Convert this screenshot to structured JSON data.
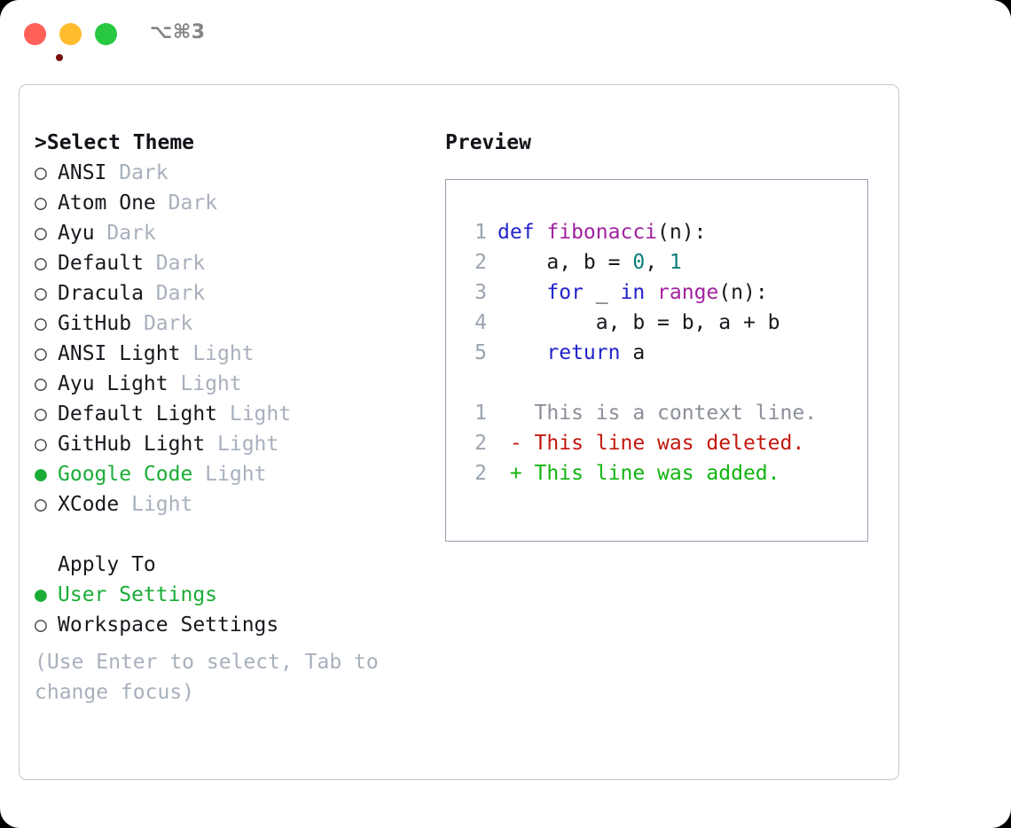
{
  "window": {
    "shortcut_label": "⌥⌘3",
    "traffic_lights": [
      {
        "name": "close",
        "color": "#ff6058"
      },
      {
        "name": "minimize",
        "color": "#ffbd2e"
      },
      {
        "name": "maximize",
        "color": "#28c840"
      }
    ]
  },
  "theme_picker": {
    "caret": ">",
    "title": "Select Theme",
    "bullet_selected": "●",
    "bullet_unselected": "○",
    "items": [
      {
        "label": "ANSI",
        "variant": "Dark",
        "selected": false
      },
      {
        "label": "Atom One",
        "variant": "Dark",
        "selected": false
      },
      {
        "label": "Ayu",
        "variant": "Dark",
        "selected": false
      },
      {
        "label": "Default",
        "variant": "Dark",
        "selected": false
      },
      {
        "label": "Dracula",
        "variant": "Dark",
        "selected": false
      },
      {
        "label": "GitHub",
        "variant": "Dark",
        "selected": false
      },
      {
        "label": "ANSI Light",
        "variant": "Light",
        "selected": false
      },
      {
        "label": "Ayu Light",
        "variant": "Light",
        "selected": false
      },
      {
        "label": "Default Light",
        "variant": "Light",
        "selected": false
      },
      {
        "label": "GitHub Light",
        "variant": "Light",
        "selected": false
      },
      {
        "label": "Google Code",
        "variant": "Light",
        "selected": true
      },
      {
        "label": "XCode",
        "variant": "Light",
        "selected": false
      }
    ]
  },
  "apply_to": {
    "title": "Apply To",
    "items": [
      {
        "label": "User Settings",
        "selected": true
      },
      {
        "label": "Workspace Settings",
        "selected": false
      }
    ]
  },
  "hint": "(Use Enter to select, Tab to change focus)",
  "preview": {
    "title": "Preview",
    "code_lines": [
      {
        "num": "1",
        "tokens": [
          {
            "t": "def ",
            "c": "kw"
          },
          {
            "t": "fibonacci",
            "c": "fn"
          },
          {
            "t": "(n):",
            "c": "plain"
          }
        ]
      },
      {
        "num": "2",
        "tokens": [
          {
            "t": "    a, b = ",
            "c": "plain"
          },
          {
            "t": "0",
            "c": "num"
          },
          {
            "t": ", ",
            "c": "plain"
          },
          {
            "t": "1",
            "c": "num"
          }
        ]
      },
      {
        "num": "3",
        "tokens": [
          {
            "t": "    ",
            "c": "plain"
          },
          {
            "t": "for",
            "c": "kw"
          },
          {
            "t": " _ ",
            "c": "plain"
          },
          {
            "t": "in",
            "c": "kw"
          },
          {
            "t": " ",
            "c": "plain"
          },
          {
            "t": "range",
            "c": "fn"
          },
          {
            "t": "(n):",
            "c": "plain"
          }
        ]
      },
      {
        "num": "4",
        "tokens": [
          {
            "t": "        a, b = b, a + b",
            "c": "plain"
          }
        ]
      },
      {
        "num": "5",
        "tokens": [
          {
            "t": "    ",
            "c": "plain"
          },
          {
            "t": "return",
            "c": "kw"
          },
          {
            "t": " a",
            "c": "plain"
          }
        ]
      }
    ],
    "diff_lines": [
      {
        "num": "1",
        "marker": " ",
        "text": " This is a context line.",
        "kind": "ctx"
      },
      {
        "num": "2",
        "marker": "-",
        "text": " This line was deleted.",
        "kind": "del"
      },
      {
        "num": "2",
        "marker": "+",
        "text": " This line was added.",
        "kind": "add"
      }
    ]
  },
  "colors": {
    "accent_green": "#1aad36",
    "muted": "#a8b0bd",
    "keyword": "#2222cc",
    "function": "#a0219e",
    "number": "#0b7d77",
    "diff_add": "#11b511",
    "diff_del": "#c2180e",
    "panel_border": "#c3c7cf",
    "preview_border": "#97a1b0"
  }
}
